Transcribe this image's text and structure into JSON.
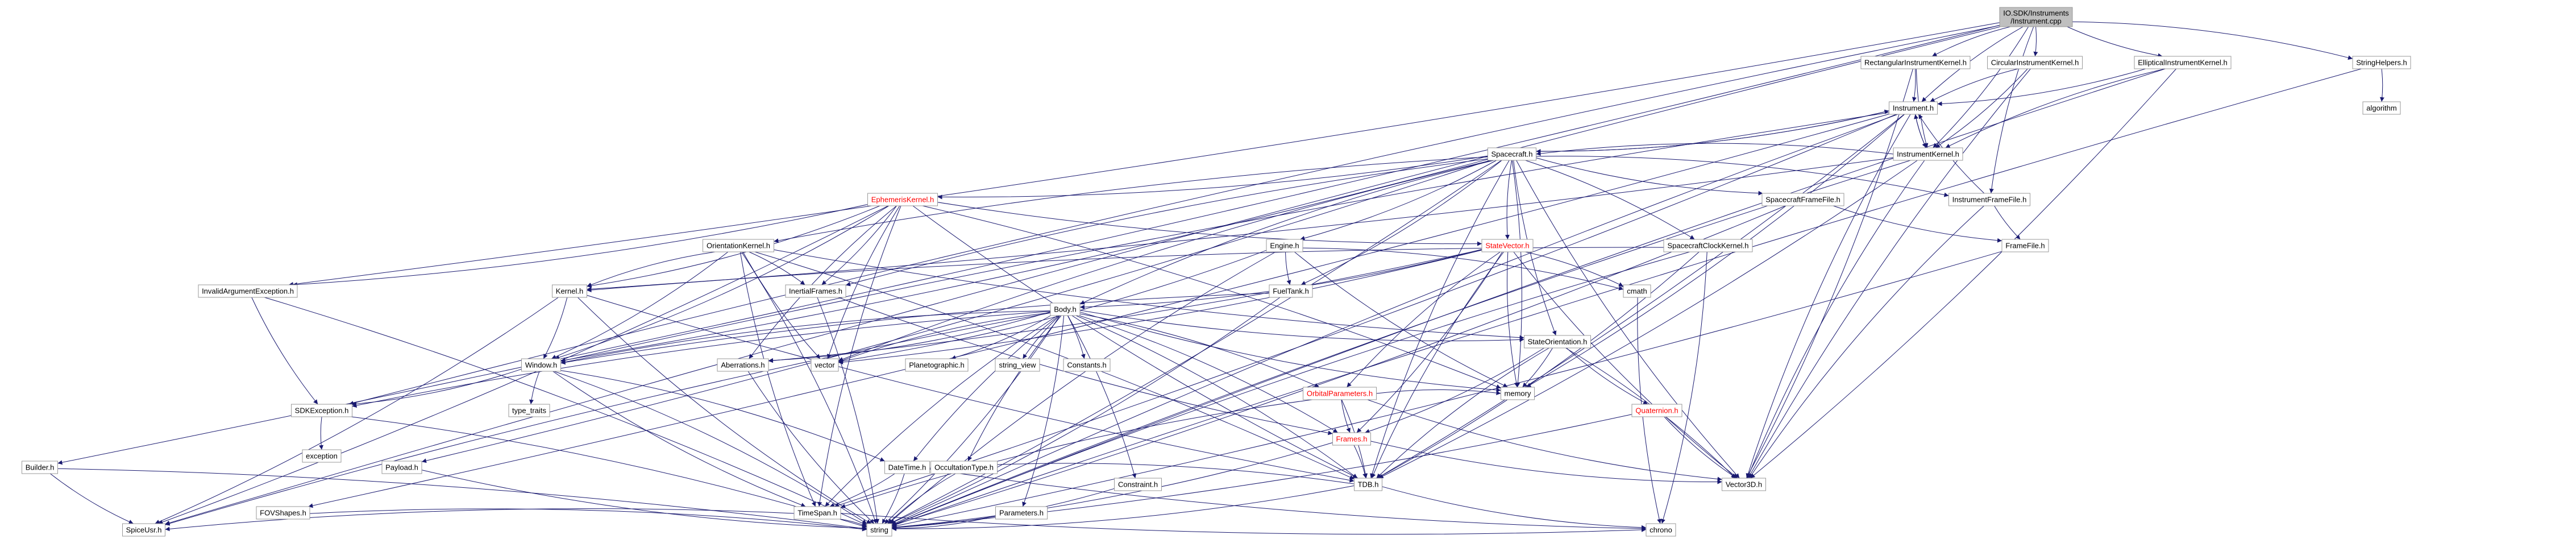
{
  "graph": {
    "title": "IO.SDK/Instruments/Instrument.cpp",
    "root": "root",
    "colors": {
      "edge": "#191970",
      "node_fill": "#ffffff",
      "node_border": "#999999",
      "root_fill": "#bfbfbf",
      "root_border": "#000000",
      "truncated_border": "#ff0000",
      "truncated_text": "#ff0000"
    },
    "nodes": [
      {
        "id": "root",
        "label": "IO.SDK/Instruments\n/Instrument.cpp",
        "style": "root"
      },
      {
        "id": "rectk",
        "label": "RectangularInstrumentKernel.h"
      },
      {
        "id": "circk",
        "label": "CircularInstrumentKernel.h"
      },
      {
        "id": "ellk",
        "label": "EllipticalInstrumentKernel.h"
      },
      {
        "id": "strh",
        "label": "StringHelpers.h"
      },
      {
        "id": "algorithm",
        "label": "algorithm",
        "style": "std"
      },
      {
        "id": "instr",
        "label": "Instrument.h"
      },
      {
        "id": "instrk",
        "label": "InstrumentKernel.h"
      },
      {
        "id": "spacecraft",
        "label": "Spacecraft.h"
      },
      {
        "id": "ephk",
        "label": "EphemerisKernel.h",
        "style": "red"
      },
      {
        "id": "scframe",
        "label": "SpacecraftFrameFile.h"
      },
      {
        "id": "instrframe",
        "label": "InstrumentFrameFile.h"
      },
      {
        "id": "frame",
        "label": "FrameFile.h"
      },
      {
        "id": "orik",
        "label": "OrientationKernel.h"
      },
      {
        "id": "engine",
        "label": "Engine.h"
      },
      {
        "id": "sv",
        "label": "StateVector.h",
        "style": "red"
      },
      {
        "id": "scclock",
        "label": "SpacecraftClockKernel.h"
      },
      {
        "id": "invarg",
        "label": "InvalidArgumentException.h"
      },
      {
        "id": "kernel",
        "label": "Kernel.h"
      },
      {
        "id": "inertial",
        "label": "InertialFrames.h"
      },
      {
        "id": "fueltank",
        "label": "FuelTank.h"
      },
      {
        "id": "cmath",
        "label": "cmath",
        "style": "std"
      },
      {
        "id": "body",
        "label": "Body.h"
      },
      {
        "id": "window",
        "label": "Window.h"
      },
      {
        "id": "aberr",
        "label": "Aberrations.h"
      },
      {
        "id": "vector",
        "label": "vector",
        "style": "std"
      },
      {
        "id": "planeto",
        "label": "Planetographic.h"
      },
      {
        "id": "strview",
        "label": "string_view",
        "style": "std"
      },
      {
        "id": "constants",
        "label": "Constants.h"
      },
      {
        "id": "statori",
        "label": "StateOrientation.h"
      },
      {
        "id": "orbparams",
        "label": "OrbitalParameters.h",
        "style": "red"
      },
      {
        "id": "memory",
        "label": "memory",
        "style": "std"
      },
      {
        "id": "frames",
        "label": "Frames.h",
        "style": "red"
      },
      {
        "id": "quat",
        "label": "Quaternion.h",
        "style": "red"
      },
      {
        "id": "sdkex",
        "label": "SDKException.h"
      },
      {
        "id": "typetraits",
        "label": "type_traits",
        "style": "std"
      },
      {
        "id": "exception",
        "label": "exception",
        "style": "std"
      },
      {
        "id": "tdb",
        "label": "TDB.h"
      },
      {
        "id": "vec3",
        "label": "Vector3D.h"
      },
      {
        "id": "constraint",
        "label": "Constraint.h"
      },
      {
        "id": "builder",
        "label": "Builder.h"
      },
      {
        "id": "payload",
        "label": "Payload.h"
      },
      {
        "id": "datetime",
        "label": "DateTime.h"
      },
      {
        "id": "occult",
        "label": "OccultationType.h"
      },
      {
        "id": "fov",
        "label": "FOVShapes.h"
      },
      {
        "id": "timespan",
        "label": "TimeSpan.h"
      },
      {
        "id": "params",
        "label": "Parameters.h"
      },
      {
        "id": "spiceusr",
        "label": "SpiceUsr.h",
        "style": "std"
      },
      {
        "id": "string",
        "label": "string",
        "style": "std"
      },
      {
        "id": "chrono",
        "label": "chrono",
        "style": "std"
      }
    ],
    "edges": [
      [
        "root",
        "rectk"
      ],
      [
        "root",
        "circk"
      ],
      [
        "root",
        "ellk"
      ],
      [
        "root",
        "strh"
      ],
      [
        "root",
        "instr"
      ],
      [
        "root",
        "instrk"
      ],
      [
        "root",
        "instrframe"
      ],
      [
        "root",
        "invarg"
      ],
      [
        "root",
        "sdkex"
      ],
      [
        "root",
        "builder"
      ],
      [
        "root",
        "spiceusr"
      ],
      [
        "rectk",
        "instr"
      ],
      [
        "rectk",
        "instrk"
      ],
      [
        "rectk",
        "vec3"
      ],
      [
        "circk",
        "instr"
      ],
      [
        "circk",
        "instrk"
      ],
      [
        "circk",
        "vec3"
      ],
      [
        "ellk",
        "instr"
      ],
      [
        "ellk",
        "instrk"
      ],
      [
        "ellk",
        "vec3"
      ],
      [
        "ellk",
        "string"
      ],
      [
        "strh",
        "algorithm"
      ],
      [
        "strh",
        "string"
      ],
      [
        "instr",
        "spacecraft"
      ],
      [
        "instr",
        "instrk"
      ],
      [
        "instr",
        "fov"
      ],
      [
        "instr",
        "vec3"
      ],
      [
        "instr",
        "tdb"
      ],
      [
        "instr",
        "window"
      ],
      [
        "instr",
        "timespan"
      ],
      [
        "instr",
        "string"
      ],
      [
        "instr",
        "memory"
      ],
      [
        "instrk",
        "spacecraft"
      ],
      [
        "instrk",
        "kernel"
      ],
      [
        "instrk",
        "vec3"
      ],
      [
        "instrk",
        "instr"
      ],
      [
        "instrk",
        "string"
      ],
      [
        "instrk",
        "tdb"
      ],
      [
        "spacecraft",
        "instr"
      ],
      [
        "spacecraft",
        "ephk"
      ],
      [
        "spacecraft",
        "scframe"
      ],
      [
        "spacecraft",
        "instrframe"
      ],
      [
        "spacecraft",
        "orik"
      ],
      [
        "spacecraft",
        "engine"
      ],
      [
        "spacecraft",
        "sv"
      ],
      [
        "spacecraft",
        "scclock"
      ],
      [
        "spacecraft",
        "inertial"
      ],
      [
        "spacecraft",
        "fueltank"
      ],
      [
        "spacecraft",
        "body"
      ],
      [
        "spacecraft",
        "window"
      ],
      [
        "spacecraft",
        "statori"
      ],
      [
        "spacecraft",
        "payload"
      ],
      [
        "spacecraft",
        "vector"
      ],
      [
        "spacecraft",
        "memory"
      ],
      [
        "spacecraft",
        "vec3"
      ],
      [
        "spacecraft",
        "string"
      ],
      [
        "spacecraft",
        "tdb"
      ],
      [
        "ephk",
        "kernel"
      ],
      [
        "ephk",
        "sv"
      ],
      [
        "ephk",
        "window"
      ],
      [
        "ephk",
        "aberr"
      ],
      [
        "ephk",
        "inertial"
      ],
      [
        "ephk",
        "vector"
      ],
      [
        "ephk",
        "memory"
      ],
      [
        "ephk",
        "tdb"
      ],
      [
        "ephk",
        "spiceusr"
      ],
      [
        "ephk",
        "timespan"
      ],
      [
        "ephk",
        "invarg"
      ],
      [
        "scframe",
        "frame"
      ],
      [
        "scframe",
        "string"
      ],
      [
        "instrframe",
        "frame"
      ],
      [
        "instrframe",
        "instr"
      ],
      [
        "instrframe",
        "vec3"
      ],
      [
        "frame",
        "string"
      ],
      [
        "orik",
        "kernel"
      ],
      [
        "orik",
        "window"
      ],
      [
        "orik",
        "statori"
      ],
      [
        "orik",
        "inertial"
      ],
      [
        "orik",
        "vector"
      ],
      [
        "orik",
        "tdb"
      ],
      [
        "orik",
        "timespan"
      ],
      [
        "orik",
        "string"
      ],
      [
        "engine",
        "fueltank"
      ],
      [
        "engine",
        "vector"
      ],
      [
        "engine",
        "string"
      ],
      [
        "engine",
        "cmath"
      ],
      [
        "engine",
        "memory"
      ],
      [
        "sv",
        "body"
      ],
      [
        "sv",
        "orbparams"
      ],
      [
        "sv",
        "frames"
      ],
      [
        "sv",
        "vec3"
      ],
      [
        "sv",
        "cmath"
      ],
      [
        "sv",
        "memory"
      ],
      [
        "sv",
        "aberr"
      ],
      [
        "sv",
        "tdb"
      ],
      [
        "sv",
        "vector"
      ],
      [
        "scclock",
        "kernel"
      ],
      [
        "scclock",
        "tdb"
      ],
      [
        "scclock",
        "string"
      ],
      [
        "scclock",
        "chrono"
      ],
      [
        "invarg",
        "sdkex"
      ],
      [
        "invarg",
        "string"
      ],
      [
        "kernel",
        "string"
      ],
      [
        "kernel",
        "window"
      ],
      [
        "kernel",
        "tdb"
      ],
      [
        "kernel",
        "spiceusr"
      ],
      [
        "inertial",
        "frames"
      ],
      [
        "inertial",
        "string"
      ],
      [
        "fueltank",
        "window"
      ],
      [
        "fueltank",
        "string"
      ],
      [
        "body",
        "window"
      ],
      [
        "body",
        "aberr"
      ],
      [
        "body",
        "vector"
      ],
      [
        "body",
        "planeto"
      ],
      [
        "body",
        "strview"
      ],
      [
        "body",
        "constants"
      ],
      [
        "body",
        "statori"
      ],
      [
        "body",
        "orbparams"
      ],
      [
        "body",
        "memory"
      ],
      [
        "body",
        "frames"
      ],
      [
        "body",
        "sdkex"
      ],
      [
        "body",
        "tdb"
      ],
      [
        "body",
        "timespan"
      ],
      [
        "body",
        "constraint"
      ],
      [
        "body",
        "occult"
      ],
      [
        "body",
        "params"
      ],
      [
        "body",
        "datetime"
      ],
      [
        "body",
        "string"
      ],
      [
        "body",
        "spiceusr"
      ],
      [
        "window",
        "sdkex"
      ],
      [
        "window",
        "typetraits"
      ],
      [
        "window",
        "datetime"
      ],
      [
        "window",
        "timespan"
      ],
      [
        "window",
        "string"
      ],
      [
        "aberr",
        "string"
      ],
      [
        "statori",
        "frames"
      ],
      [
        "statori",
        "quat"
      ],
      [
        "statori",
        "vec3"
      ],
      [
        "statori",
        "tdb"
      ],
      [
        "statori",
        "memory"
      ],
      [
        "orbparams",
        "frames"
      ],
      [
        "orbparams",
        "tdb"
      ],
      [
        "orbparams",
        "vec3"
      ],
      [
        "orbparams",
        "memory"
      ],
      [
        "orbparams",
        "timespan"
      ],
      [
        "frames",
        "tdb"
      ],
      [
        "frames",
        "vec3"
      ],
      [
        "frames",
        "string"
      ],
      [
        "quat",
        "vec3"
      ],
      [
        "quat",
        "string"
      ],
      [
        "sdkex",
        "exception"
      ],
      [
        "sdkex",
        "string"
      ],
      [
        "tdb",
        "datetime"
      ],
      [
        "tdb",
        "string"
      ],
      [
        "tdb",
        "chrono"
      ],
      [
        "constraint",
        "string"
      ],
      [
        "builder",
        "spiceusr"
      ],
      [
        "builder",
        "string"
      ],
      [
        "payload",
        "string"
      ],
      [
        "datetime",
        "timespan"
      ],
      [
        "datetime",
        "chrono"
      ],
      [
        "datetime",
        "string"
      ],
      [
        "occult",
        "string"
      ],
      [
        "fov",
        "string"
      ],
      [
        "timespan",
        "chrono"
      ],
      [
        "timespan",
        "string"
      ],
      [
        "timespan",
        "spiceusr"
      ],
      [
        "params",
        "string"
      ],
      [
        "cmath",
        "chrono"
      ]
    ]
  }
}
